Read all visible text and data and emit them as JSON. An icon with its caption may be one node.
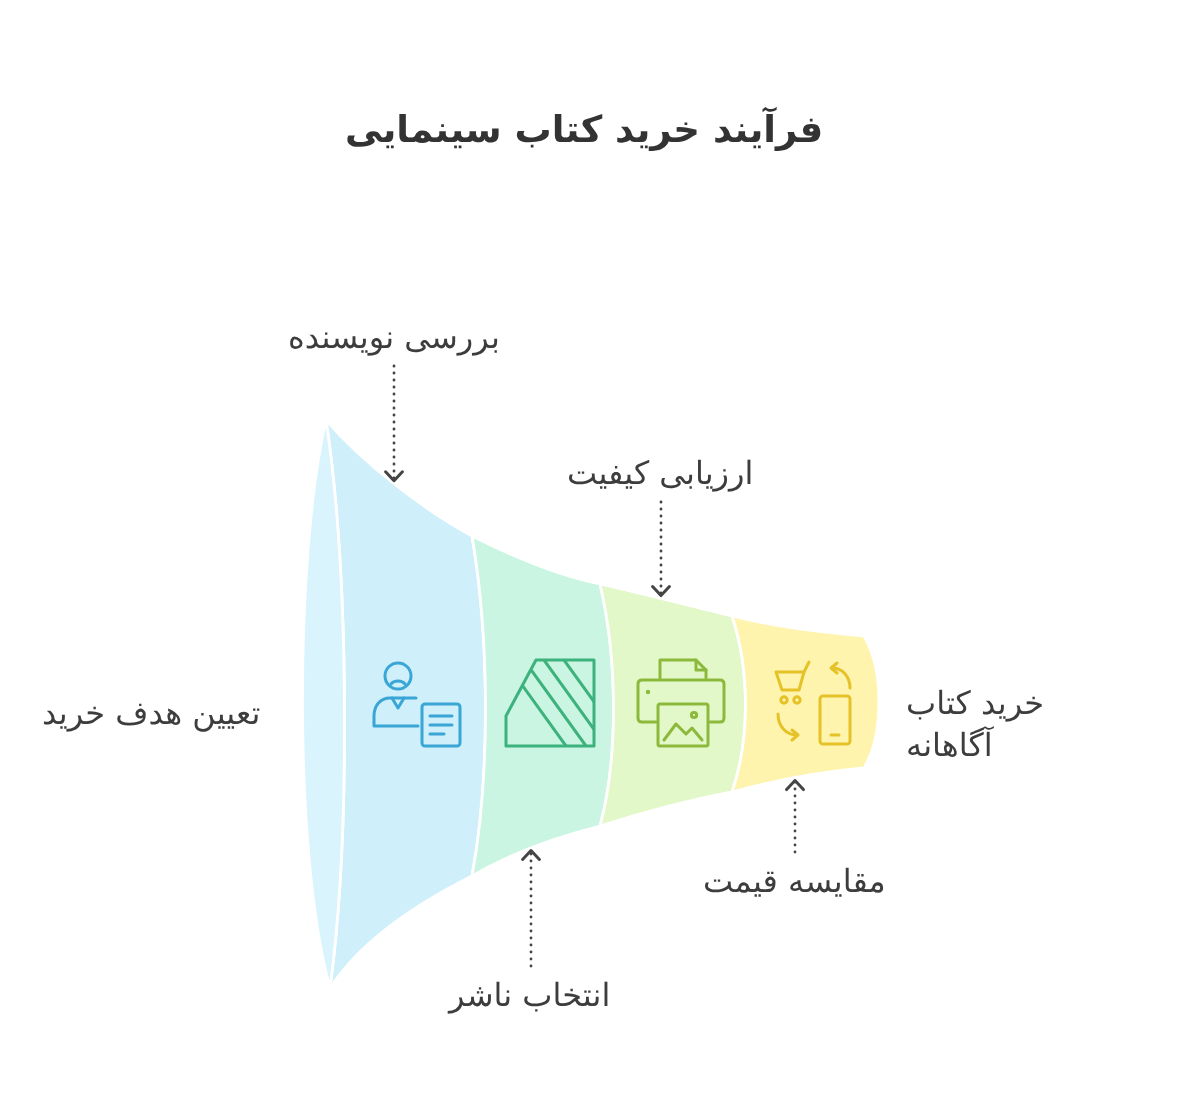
{
  "diagram": {
    "title": "فرآیند خرید کتاب سینمایی",
    "nodes": [
      {
        "text": [
          "بررسی نویسنده"
        ]
      },
      {
        "text": [
          "ارزیابی کیفیت"
        ]
      },
      {
        "text": [],
        "shape": "ellipse"
      },
      {
        "text": [],
        "shape": "band"
      },
      {
        "text": [],
        "shape": "band"
      },
      {
        "text": [],
        "shape": "band"
      },
      {
        "text": [],
        "shape": "band"
      },
      {
        "text": [
          "مقایسه قیمت"
        ]
      },
      {
        "text": [
          "انتخاب ناشر"
        ]
      }
    ],
    "edges": [
      {
        "from": 0,
        "to": 3,
        "arrow": "to"
      },
      {
        "from": 1,
        "to": 5,
        "arrow": "to"
      },
      {
        "from": 7,
        "to": 6,
        "arrow": "to"
      },
      {
        "from": 8,
        "to": 4,
        "arrow": "to"
      }
    ],
    "labels": [
      "تعیین هدف خرید",
      "خرید کتاب آگاهانه"
    ]
  }
}
